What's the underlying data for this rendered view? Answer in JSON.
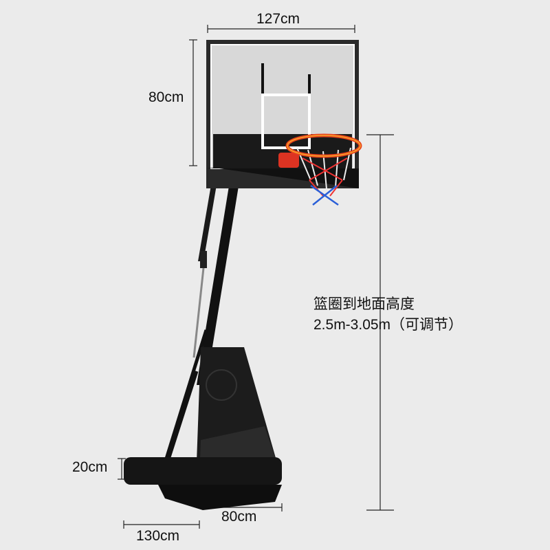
{
  "dimensions": {
    "backboard_width": "127cm",
    "backboard_height": "80cm",
    "rim_height_label": "篮圈到地面高度",
    "rim_height_range": "2.5m-3.05m（可调节）",
    "base_height": "20cm",
    "base_depth": "80cm",
    "base_length": "130cm"
  },
  "colors": {
    "background": "#ebebeb",
    "rim": "#e8441c",
    "net_red": "#e33",
    "net_blue": "#2a5fd8"
  }
}
